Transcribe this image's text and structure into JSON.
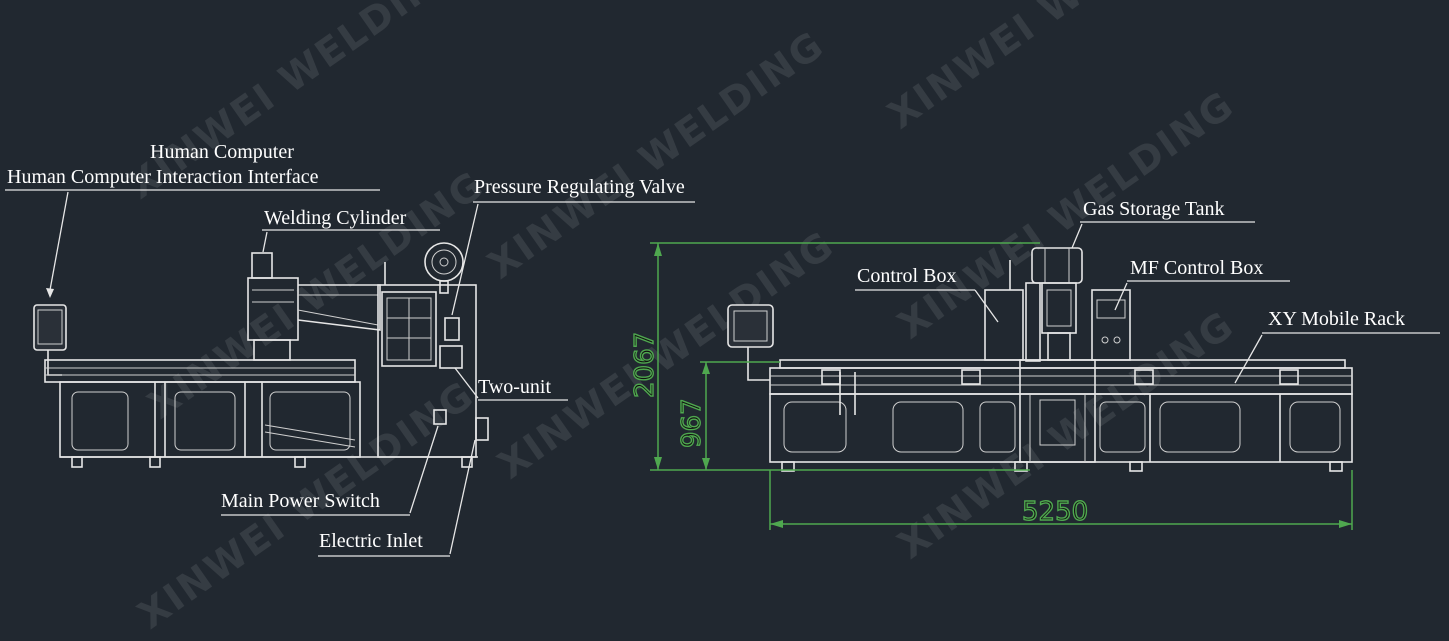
{
  "watermark": "XINWEI WELDING",
  "left_view": {
    "labels": {
      "hci_top": "Human Computer",
      "hci": "Human Computer Interaction Interface",
      "welding_cylinder": "Welding Cylinder",
      "pressure_valve": "Pressure Regulating Valve",
      "two_unit": "Two-unit",
      "main_power": "Main Power Switch",
      "electric_inlet": "Electric Inlet"
    }
  },
  "right_view": {
    "labels": {
      "gas_tank": "Gas Storage Tank",
      "control_box": "Control Box",
      "mf_control_box": "MF Control Box",
      "xy_rack": "XY Mobile Rack"
    },
    "dimensions": {
      "overall_height": "2067",
      "table_height": "967",
      "overall_length": "5250"
    }
  },
  "colors": {
    "background": "#212830",
    "linework": "#e6e6e6",
    "dimension": "#4fa84f"
  }
}
